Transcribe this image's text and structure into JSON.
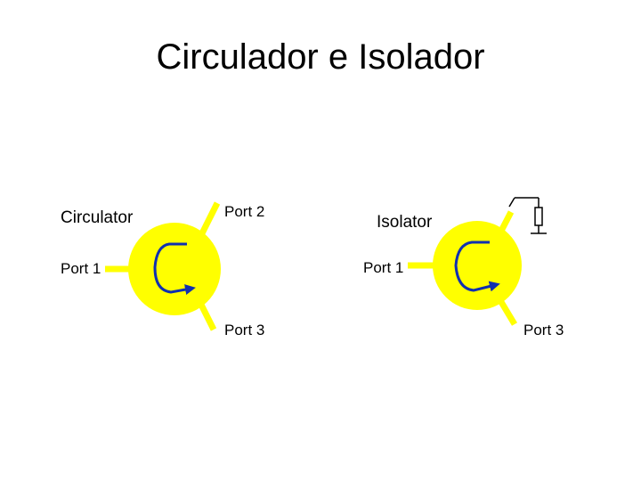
{
  "slide": {
    "title": "Circulador e Isolador"
  },
  "circulator": {
    "label": "Circulator",
    "ports": {
      "port1": "Port 1",
      "port2": "Port 2",
      "port3": "Port 3"
    }
  },
  "isolator": {
    "label": "Isolator",
    "ports": {
      "port1": "Port 1",
      "port3": "Port 3"
    }
  },
  "colors": {
    "body": "#ffff00",
    "arrow": "#1030b0",
    "text": "#000000"
  }
}
